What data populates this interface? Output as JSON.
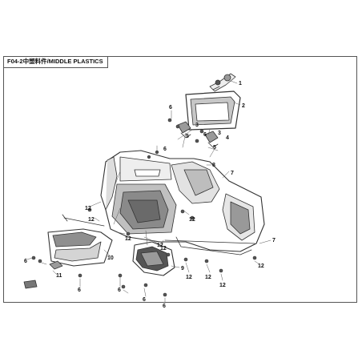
{
  "diagram": {
    "title": "F04-2中塑料件/MIDDLE PLASTICS",
    "colors": {
      "line": "#333333",
      "shade": "#9a9a9a",
      "dark": "#555555",
      "paper": "#ffffff"
    },
    "callouts": {
      "c1": "1",
      "c2": "2",
      "c3a": "3",
      "c3b": "3",
      "c4": "4",
      "c5a": "5",
      "c5b": "5",
      "c6a": "6",
      "c6b": "6",
      "c6c": "6",
      "c6d": "6",
      "c6e": "6",
      "c6f": "6",
      "c6g": "6",
      "c6h": "6",
      "c7a": "7",
      "c7b": "7",
      "c8": "8",
      "c9": "9",
      "c10": "10",
      "c11": "11",
      "c12a": "12",
      "c12b": "12",
      "c12c": "12",
      "c12d": "12",
      "c12e": "12",
      "c12f": "12",
      "c12g": "12",
      "c12h": "12",
      "c12i": "12",
      "c12j": "12"
    }
  }
}
